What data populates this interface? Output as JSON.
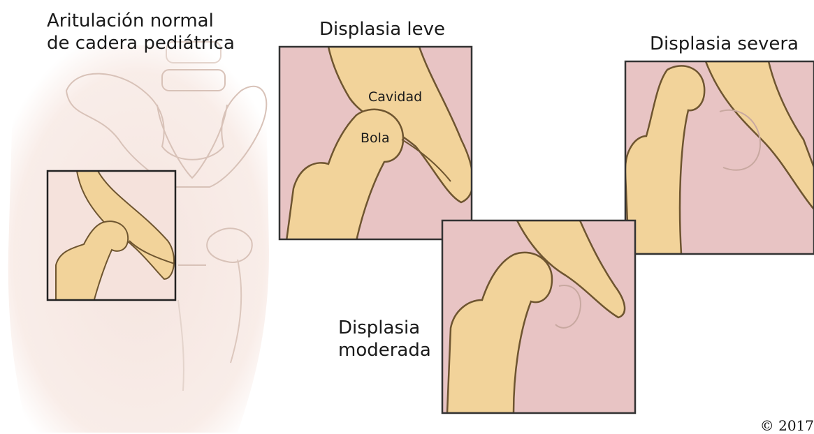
{
  "title_normal_line1": "Aritulación normal",
  "title_normal_line2": "de cadera pediátrica",
  "title_leve": "Displasia leve",
  "title_severa": "Displasia severa",
  "title_moderada_line1": "Displasia",
  "title_moderada_line2": "moderada",
  "label_cavidad": "Cavidad",
  "label_bola": "Bola",
  "copyright": "© 2017",
  "colors": {
    "bone": "#f2d39a",
    "bone_outline": "#6e5530",
    "panel_bg": "#e8c4c4",
    "body_skin": "#f6e6e0",
    "frame": "#333333"
  }
}
